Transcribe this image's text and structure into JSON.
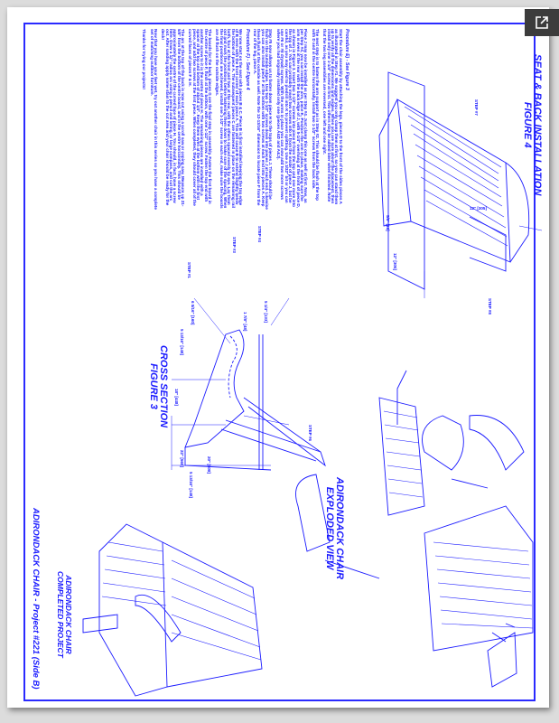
{
  "viewer": {
    "open_external_icon": "external-link-icon"
  },
  "colors": {
    "ink": "#1a1aff",
    "frame": "#2a2aff",
    "background": "#dcdcdc"
  },
  "document": {
    "procedure_e": {
      "heading": "Procedure E) - See Figure 3",
      "paragraphs": [
        "Start the chair assembly by attaching the legs, pieces D to the front of the sides pieces A as illustrated in Step #1. We suggest you only clamp them at first, so you can stand them up to verify all the dimensions and angles. When you are sure about the placement, then install only one 1-1/4\" screw at first. Two others may be added later when finished. Note that the two leg assemblies are reversed, one left and one right.",
        "The next step is to fasten the arm support as in Step #2. This should be flush at the top with D and in the centre horizontally. Install two 1-1/2\" screws from the back side.",
        "Piece J may now be installed as per Step #4. Just clamp this one as well at first. Now, as per Step #4, you can install the arm, piece K. Position the arm in place, making sure the arm is even at the rear with the back edge of J, with 5-1/4\" overhang at the front of piece D, as shown in Figure 3. Insert two 1-1/2\" screws into piece D from the top and one more into the top of J. You can probably insert two screws into K from the inside of piece J, but be careful, as you may need to predrill into K to prevent splitting. Use a 3/32\" bit or you can use #6 or #8 drywall screws. With the arms in place you can now add two more screws where you had originally installed only one (pieces A&D and A&J).",
        "Step #5 now allows us to fasten down piece H to the tops of pieces J. These should be flush on the outside edges. Use two 1-1/2\" screws down into pieces J at each end. Likewise you can also install piece F at the bottom with two screws at each end into pieces A. Keep these flush at the outside as well. Note the 12-13/16\" dimension to locate piece F from the rear of the leg, piece A."
      ]
    },
    "procedure_f": {
      "heading": "Procedure F) - See Figure 4",
      "paragraphs": [
        "We now start on the seat with pieces B & C. Piece B is first installed keeping the top edge of B even with the front corner of each piece A. This will cause B to extend slightly below the bottom of piece A. The subsequent pieces C are fastened in place on the remaining rail both, four at the front and two at the rear, with the others spaced evenly by eye. Lay them out and mark the positions before fastening them down to make sure of the spacing. When the final positions are achieved, install one 1-1/2\" screw in each end, make sure the boards are all flush on the outside edges.",
        "The boards for the back, pieces G are the final step in assembly. Fasten the first board in the centre of piece F, flush at the bottom, with one 1-1/2\" screw. Fasten the top end with another screw to it in the centre of piece H. The remaining pieces are installed with a spacer at the top and bottom of about 1/4\". Keep them even at the bottom with the first piece, and add two screws at the first piece. When completed, they should cover all of the curved faces of pieces F & H.",
        "The arc at the top of the back is now cut using a scroll saw or coping saw. Measure up 21-5/8\" from the bottom of the centre board, and in the centre horizontally. This should be approximately the centre of the curved face of piece H. You should, in fact, have a screw here. Draw a 12\" radius arc using a pencil and string, or large compass, and cut the arc out. After sanding apply some stain to the cut area and your chair should be ready for the deck!",
        "Now that you have your feet wet, try out another chair in this series so you have a complete set of matching outdoor furniture.",
        "Thanks for trying our projects!"
      ]
    },
    "figures": {
      "figure4_title": "SEAT & BACK INSTALLATION",
      "figure4_sub": "FIGURE 4",
      "figure3_title": "CROSS SECTION",
      "figure3_sub": "FIGURE 3",
      "exploded_title": "ADIRONDACK CHAIR",
      "exploded_sub": "EXPLODED VIEW",
      "completed_title": "ADIRONDACK CHAIR",
      "completed_sub": "COMPLETED PROJECT"
    },
    "dimensions": [
      "6 5/16\" [160]",
      "5 13/16\" [148]",
      "5 1/4\" [133]",
      "1 7/8\" [48]",
      "18\" [448]",
      "22\" [560]",
      "20\" [508]",
      "5 13/16\" [148]",
      "12\" [305]",
      "5/8\" [16]"
    ],
    "steps": [
      "STEP #1",
      "STEP #2",
      "STEP #3",
      "STEP #4",
      "STEP #5",
      "STEP #6",
      "STEP #7",
      "STEP #8"
    ],
    "footer": "ADIRONDACK CHAIR - Project #221 (Side B)"
  }
}
